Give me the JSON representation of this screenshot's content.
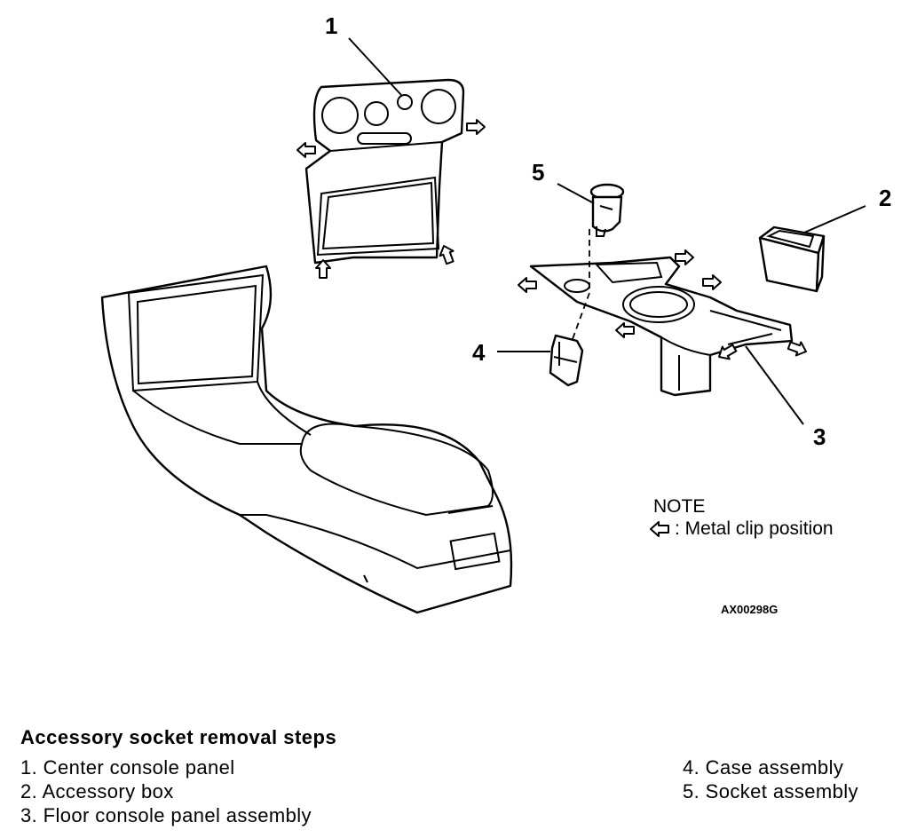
{
  "diagram": {
    "callouts": [
      "1",
      "2",
      "3",
      "4",
      "5"
    ],
    "note_title": "NOTE",
    "note_text": ": Metal clip position",
    "figure_id": "AX00298G",
    "arrow_icon": "hollow-left-arrow-icon"
  },
  "steps": {
    "title": "Accessory socket removal steps",
    "items": [
      "1. Center console panel",
      "2. Accessory box",
      "3. Floor console panel assembly",
      "4. Case assembly",
      "5. Socket assembly"
    ]
  }
}
